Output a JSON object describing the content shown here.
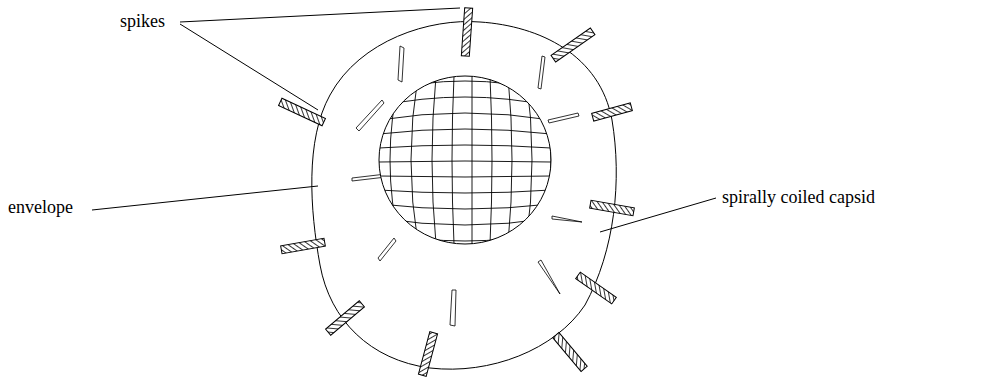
{
  "diagram": {
    "labels": [
      "spikes",
      "envelope",
      "spirally coiled capsid"
    ]
  }
}
